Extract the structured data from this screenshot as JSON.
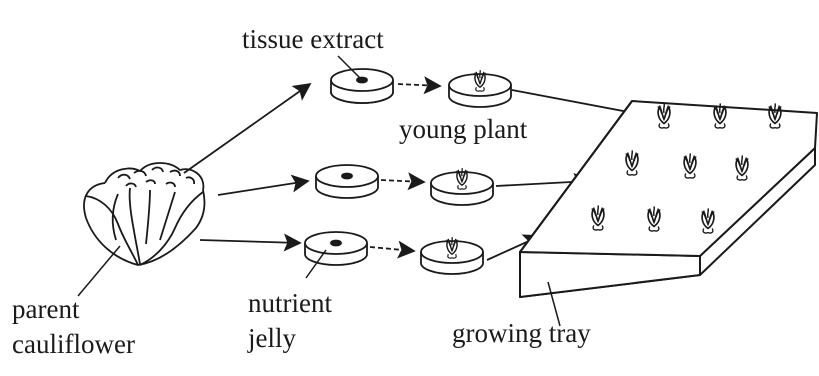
{
  "labels": {
    "tissue_extract": "tissue extract",
    "young_plant": "young plant",
    "parent_line1": "parent",
    "parent_line2": "cauliflower",
    "nutrient_line1": "nutrient",
    "nutrient_line2": "jelly",
    "growing_tray": "growing tray"
  },
  "colors": {
    "ink": "#1a1a1a",
    "background": "#ffffff"
  },
  "icons": {
    "source": "cauliflower-icon",
    "culture": "petri-dish-icon",
    "plantlet": "plantlet-icon",
    "tray": "growing-tray-icon"
  }
}
